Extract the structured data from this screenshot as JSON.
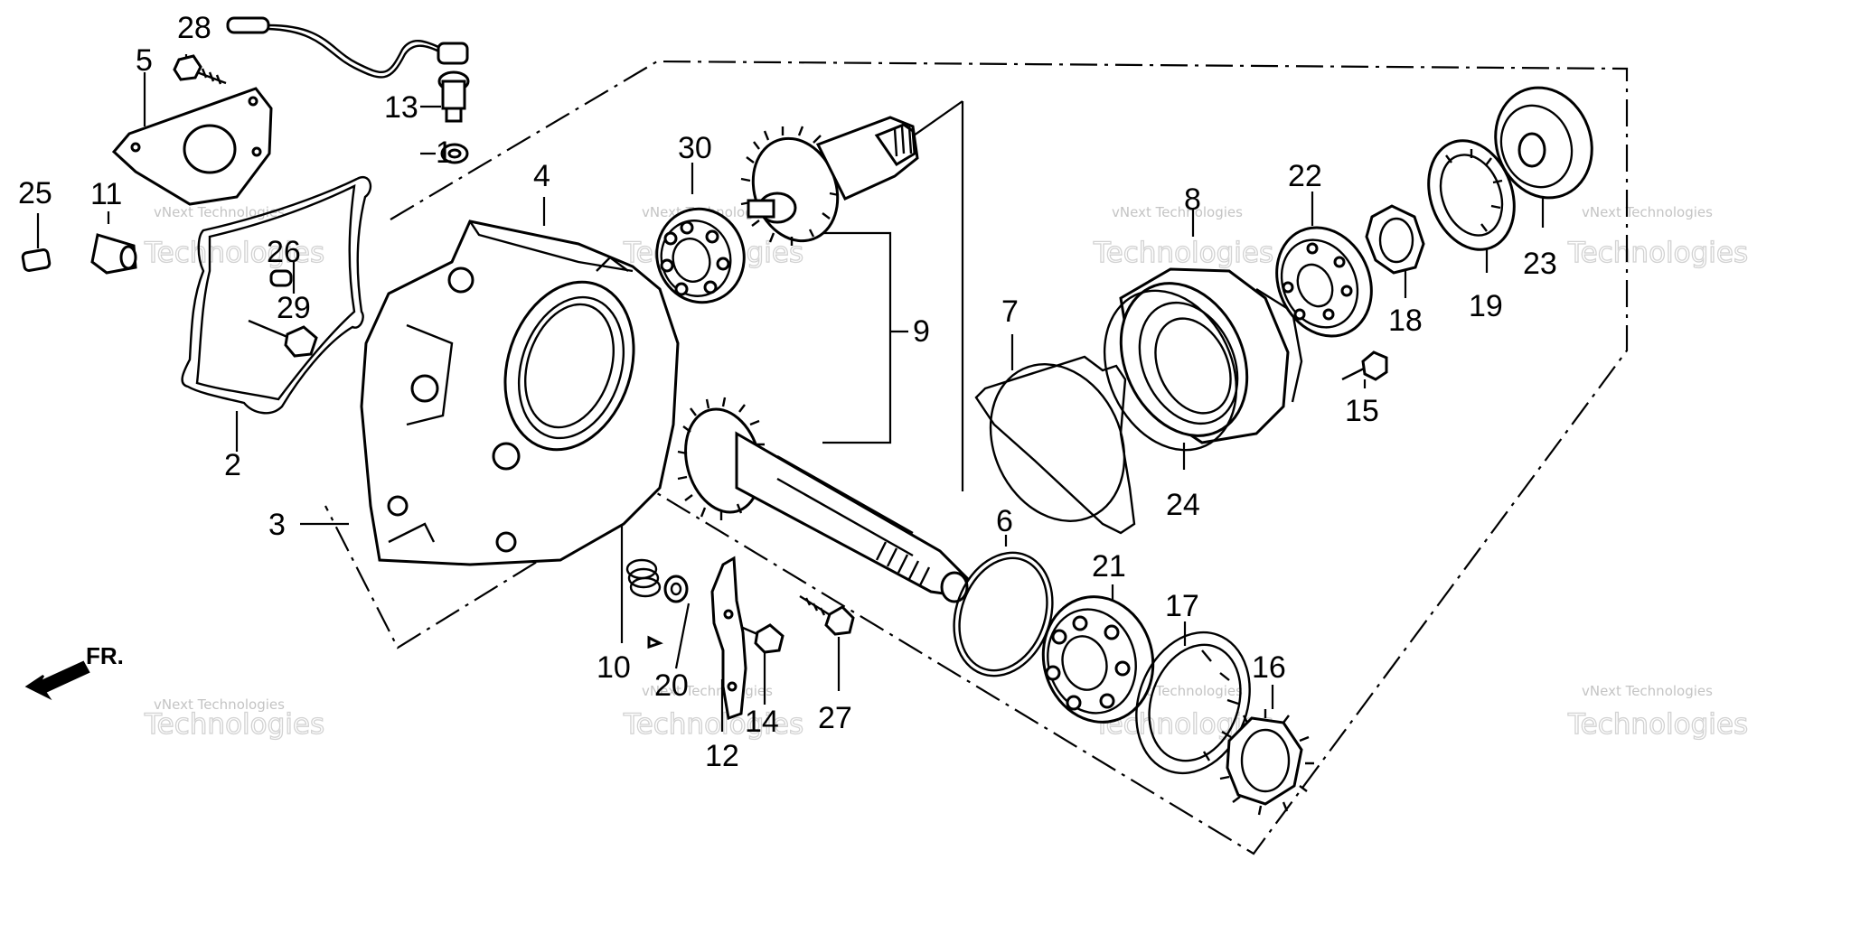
{
  "parts": [
    {
      "num": "1"
    },
    {
      "num": "2"
    },
    {
      "num": "3"
    },
    {
      "num": "4"
    },
    {
      "num": "5"
    },
    {
      "num": "7"
    },
    {
      "num": "8"
    },
    {
      "num": "9"
    },
    {
      "num": "10"
    },
    {
      "num": "11"
    },
    {
      "num": "12"
    },
    {
      "num": "13"
    },
    {
      "num": "14"
    },
    {
      "num": "15"
    },
    {
      "num": "16"
    },
    {
      "num": "17"
    },
    {
      "num": "18"
    },
    {
      "num": "19"
    },
    {
      "num": "20"
    },
    {
      "num": "21"
    },
    {
      "num": "22"
    },
    {
      "num": "23"
    },
    {
      "num": "24"
    },
    {
      "num": "25"
    },
    {
      "num": "26"
    },
    {
      "num": "27"
    },
    {
      "num": "28"
    },
    {
      "num": "29"
    },
    {
      "num": "30"
    },
    {
      "num": "6"
    }
  ],
  "direction_label": "FR.",
  "watermark": {
    "small": "vNext Technologies",
    "large": "Technologies"
  }
}
